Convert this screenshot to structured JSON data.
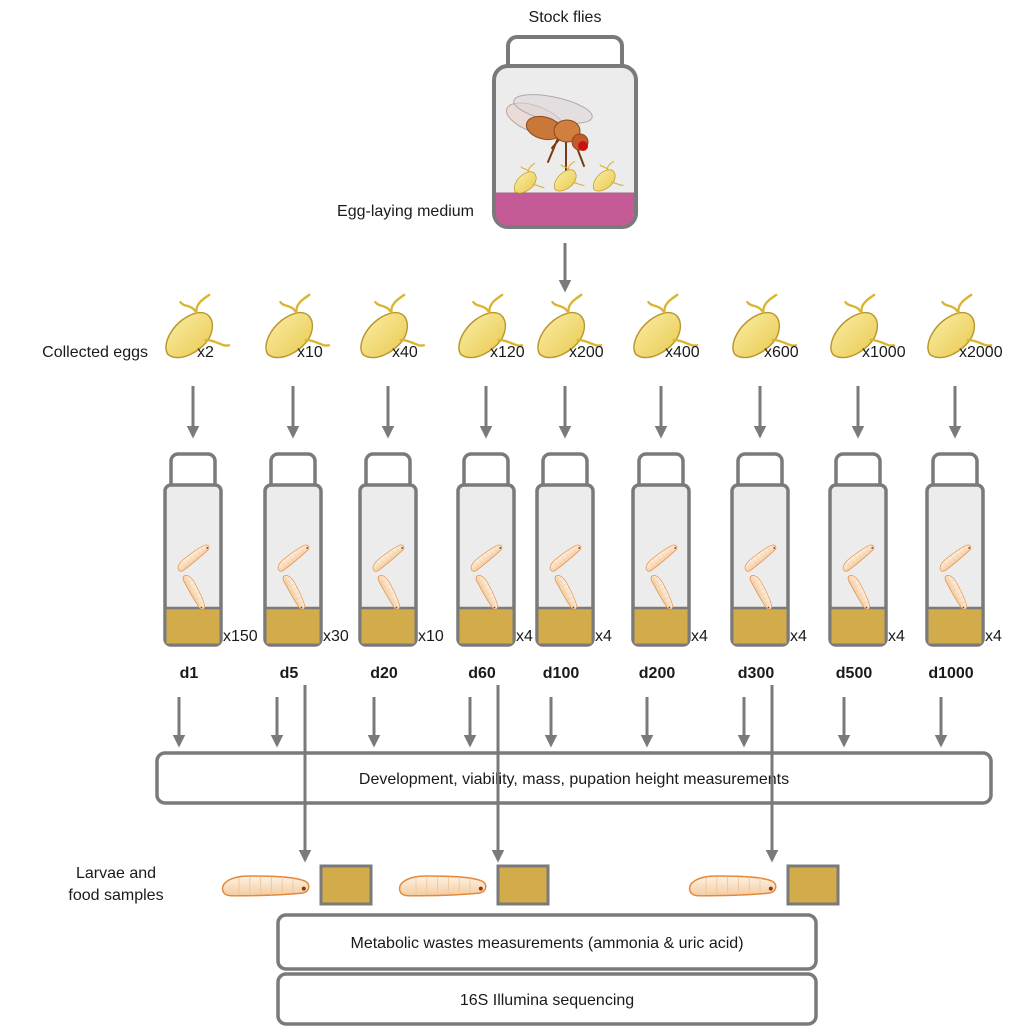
{
  "header": {
    "stock_label": "Stock flies",
    "medium_label": "Egg-laying medium",
    "eggs_label": "Collected eggs"
  },
  "treatments": [
    {
      "eggs": "x2",
      "reps": "x150",
      "density": "d1"
    },
    {
      "eggs": "x10",
      "reps": "x30",
      "density": "d5"
    },
    {
      "eggs": "x40",
      "reps": "x10",
      "density": "d20"
    },
    {
      "eggs": "x120",
      "reps": "x4",
      "density": "d60"
    },
    {
      "eggs": "x200",
      "reps": "x4",
      "density": "d100"
    },
    {
      "eggs": "x400",
      "reps": "x4",
      "density": "d200"
    },
    {
      "eggs": "x600",
      "reps": "x4",
      "density": "d300"
    },
    {
      "eggs": "x1000",
      "reps": "x4",
      "density": "d500"
    },
    {
      "eggs": "x2000",
      "reps": "x4",
      "density": "d1000"
    }
  ],
  "boxes": {
    "development": "Development, viability, mass, pupation height measurements",
    "samples_label_line1": "Larvae and",
    "samples_label_line2": "food samples",
    "metabolic": "Metabolic wastes measurements (ammonia & uric acid)",
    "sequencing": "16S Illumina sequencing"
  },
  "colors": {
    "outline": "#7a7a7a",
    "food": "#d2ab4a",
    "medium": "#c45a96",
    "egg": "#f4de7e",
    "larva": "#f8e2c6",
    "fly_body": "#c9783a"
  }
}
